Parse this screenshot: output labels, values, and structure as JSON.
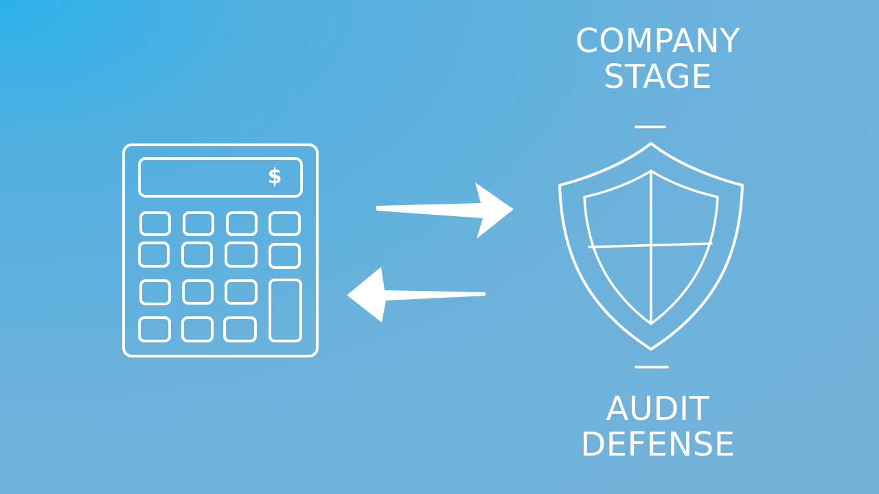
{
  "diagram": {
    "top_label": {
      "line1": "COMPANY",
      "line2": "STAGE"
    },
    "bottom_label": {
      "line1": "AUDIT",
      "line2": "DEFENSE"
    },
    "calculator": {
      "display_symbol": "$"
    },
    "colors": {
      "background_start": "#2db2ea",
      "background_end": "#76b2d8",
      "stroke": "#ffffff"
    },
    "icons": [
      "calculator-icon",
      "arrow-right-icon",
      "arrow-left-icon",
      "shield-icon"
    ]
  }
}
